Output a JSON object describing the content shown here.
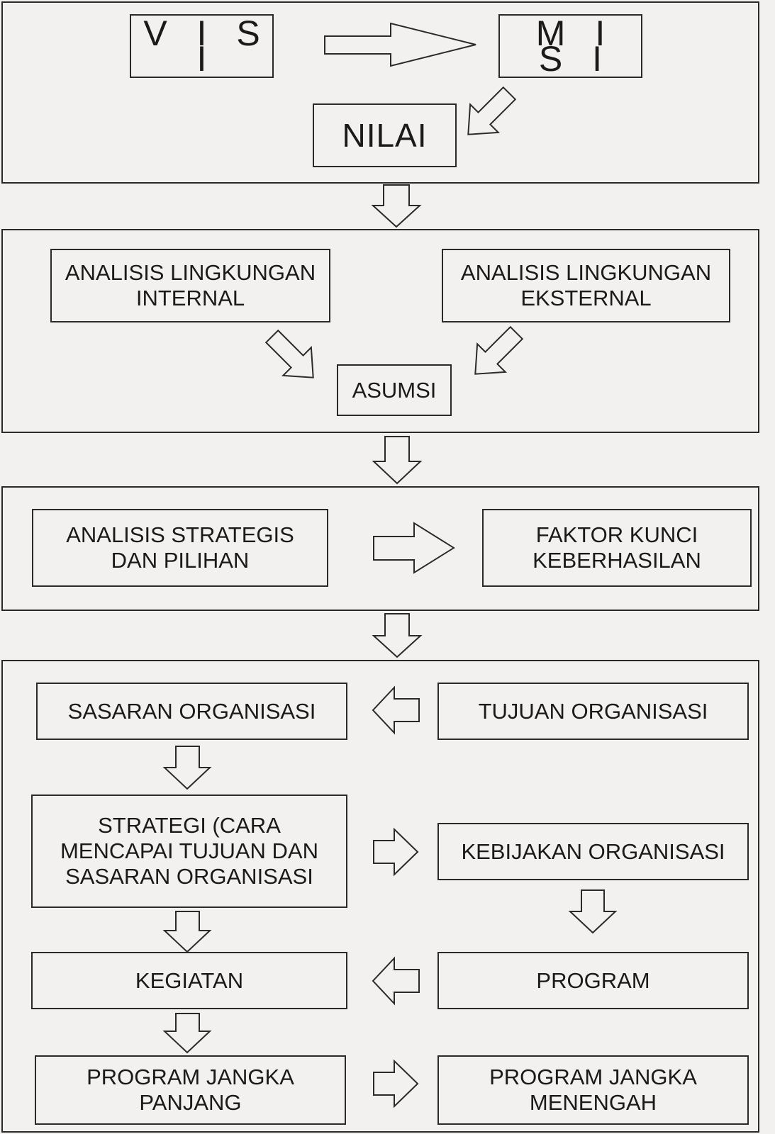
{
  "section1": {
    "visi": "V I S I",
    "misi": "M I S I",
    "nilai": "NILAI"
  },
  "section2": {
    "internal": "ANALISIS LINGKUNGAN\nINTERNAL",
    "eksternal": "ANALISIS LINGKUNGAN\nEKSTERNAL",
    "asumsi": "ASUMSI"
  },
  "section3": {
    "strategis": "ANALISIS STRATEGIS\nDAN PILIHAN",
    "faktor": "FAKTOR KUNCI\nKEBERHASILAN"
  },
  "section4": {
    "sasaran": "SASARAN ORGANISASI",
    "tujuan": "TUJUAN ORGANISASI",
    "strategi": "STRATEGI (CARA\nMENCAPAI TUJUAN DAN\nSASARAN ORGANISASI",
    "kebijakan": "KEBIJAKAN ORGANISASI",
    "kegiatan": "KEGIATAN",
    "program": "PROGRAM",
    "jangka_panjang": "PROGRAM JANGKA\nPANJANG",
    "jangka_menengah": "PROGRAM JANGKA\nMENENGAH"
  },
  "colors": {
    "line": "#2a2a2a",
    "background": "#f2f1f0"
  }
}
